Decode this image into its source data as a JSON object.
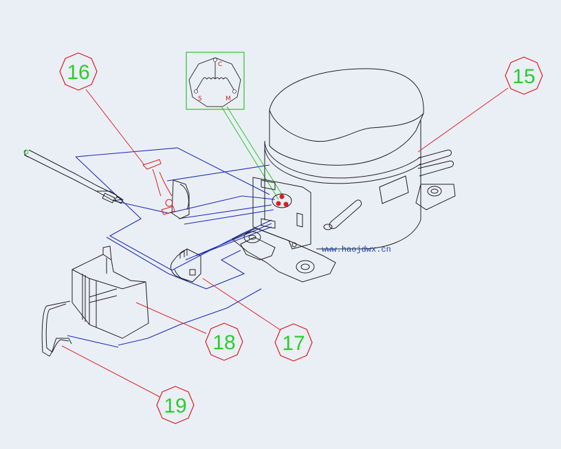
{
  "callouts": [
    {
      "label": "15"
    },
    {
      "label": "16"
    },
    {
      "label": "17"
    },
    {
      "label": "18"
    },
    {
      "label": "19"
    }
  ],
  "terminal_inset": {
    "c_label": "C",
    "s_label": "S",
    "m_label": "M"
  },
  "watermark": "www.haojdwx.cn",
  "colors": {
    "background": "#eaeff6",
    "callout_number": "#2ccc2c",
    "callout_outline": "#dd1b1b",
    "leader_line": "#dd2222",
    "wiring": "#1f2bb8",
    "inset_frame": "#28c428",
    "terminal_label": "#c81e1e",
    "drawing": "#1e1e1e"
  }
}
